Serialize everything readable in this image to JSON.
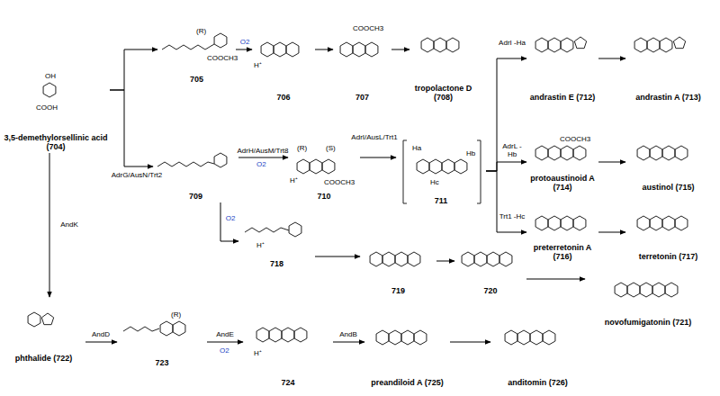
{
  "diagram": {
    "nodes": [
      {
        "text": [
          "3,5-demethylorsellinic acid (704)"
        ]
      },
      {
        "text": [
          "705"
        ]
      },
      {
        "text": [
          "706"
        ]
      },
      {
        "text": [
          "707"
        ]
      },
      {
        "text": [
          "tropolactone D (708)"
        ]
      },
      {
        "text": [
          "andrastin E (712)"
        ]
      },
      {
        "text": [
          "andrastin A (713)"
        ]
      },
      {
        "text": [
          "709"
        ]
      },
      {
        "text": [
          "710"
        ]
      },
      {
        "text": [
          "711"
        ]
      },
      {
        "text": [
          "protoaustinoid A (714)"
        ]
      },
      {
        "text": [
          "austinol (715)"
        ]
      },
      {
        "text": [
          "preterretonin A (716)"
        ]
      },
      {
        "text": [
          "terretonin (717)"
        ]
      },
      {
        "text": [
          "718"
        ]
      },
      {
        "text": [
          "719"
        ]
      },
      {
        "text": [
          "720"
        ]
      },
      {
        "text": [
          "novofumigatonin (721)"
        ]
      },
      {
        "text": [
          "phthalide (722)"
        ]
      },
      {
        "text": [
          "723"
        ]
      },
      {
        "text": [
          "724"
        ]
      },
      {
        "text": [
          "preandiloid A (725)"
        ]
      },
      {
        "text": [
          "anditomin (726)"
        ]
      }
    ],
    "edges": [
      {
        "from": 0,
        "to": 1,
        "arrow": "to"
      },
      {
        "from": 0,
        "to": 7,
        "label": "AdrG/AusN/Trt2",
        "arrow": "to"
      },
      {
        "from": 1,
        "to": 2,
        "label": "O2",
        "arrow": "to"
      },
      {
        "from": 2,
        "to": 3,
        "arrow": "to"
      },
      {
        "from": 3,
        "to": 4,
        "arrow": "to"
      },
      {
        "from": 7,
        "to": 8,
        "label": "AdrH/AusM/Trt8",
        "arrow": "to"
      },
      {
        "from": 8,
        "to": 9,
        "label": "AdrI/AusL/Trt1",
        "arrow": "to"
      },
      {
        "from": 9,
        "to": 5,
        "label": "AdrI -Ha",
        "arrow": "to"
      },
      {
        "from": 9,
        "to": 10,
        "label": "AdrL -Hb",
        "arrow": "to"
      },
      {
        "from": 9,
        "to": 12,
        "label": "Trt1 -Hc",
        "arrow": "to"
      },
      {
        "from": 5,
        "to": 6,
        "arrow": "to"
      },
      {
        "from": 10,
        "to": 11,
        "arrow": "to"
      },
      {
        "from": 12,
        "to": 13,
        "arrow": "to"
      },
      {
        "from": 7,
        "to": 14,
        "label": "O2",
        "arrow": "to"
      },
      {
        "from": 14,
        "to": 15,
        "arrow": "to"
      },
      {
        "from": 15,
        "to": 16,
        "arrow": "to"
      },
      {
        "from": 16,
        "to": 17,
        "arrow": "to"
      },
      {
        "from": 0,
        "to": 18,
        "label": "AndK",
        "arrow": "to"
      },
      {
        "from": 18,
        "to": 19,
        "label": "AndD",
        "arrow": "to"
      },
      {
        "from": 19,
        "to": 20,
        "label": "AndE",
        "arrow": "to"
      },
      {
        "from": 20,
        "to": 21,
        "label": "AndB",
        "arrow": "to"
      },
      {
        "from": 21,
        "to": 22,
        "arrow": "to"
      }
    ],
    "labels": [
      "O2",
      "O2",
      "(R)",
      "H⁺",
      "(R)",
      "(S)",
      "H⁺",
      "Ha",
      "Hb",
      "Hc",
      "H⁺",
      "(R)",
      "H⁺",
      "COOCH3",
      "COOCH3",
      "COOCH3",
      "COOCH3",
      "OH",
      "COOH"
    ]
  }
}
